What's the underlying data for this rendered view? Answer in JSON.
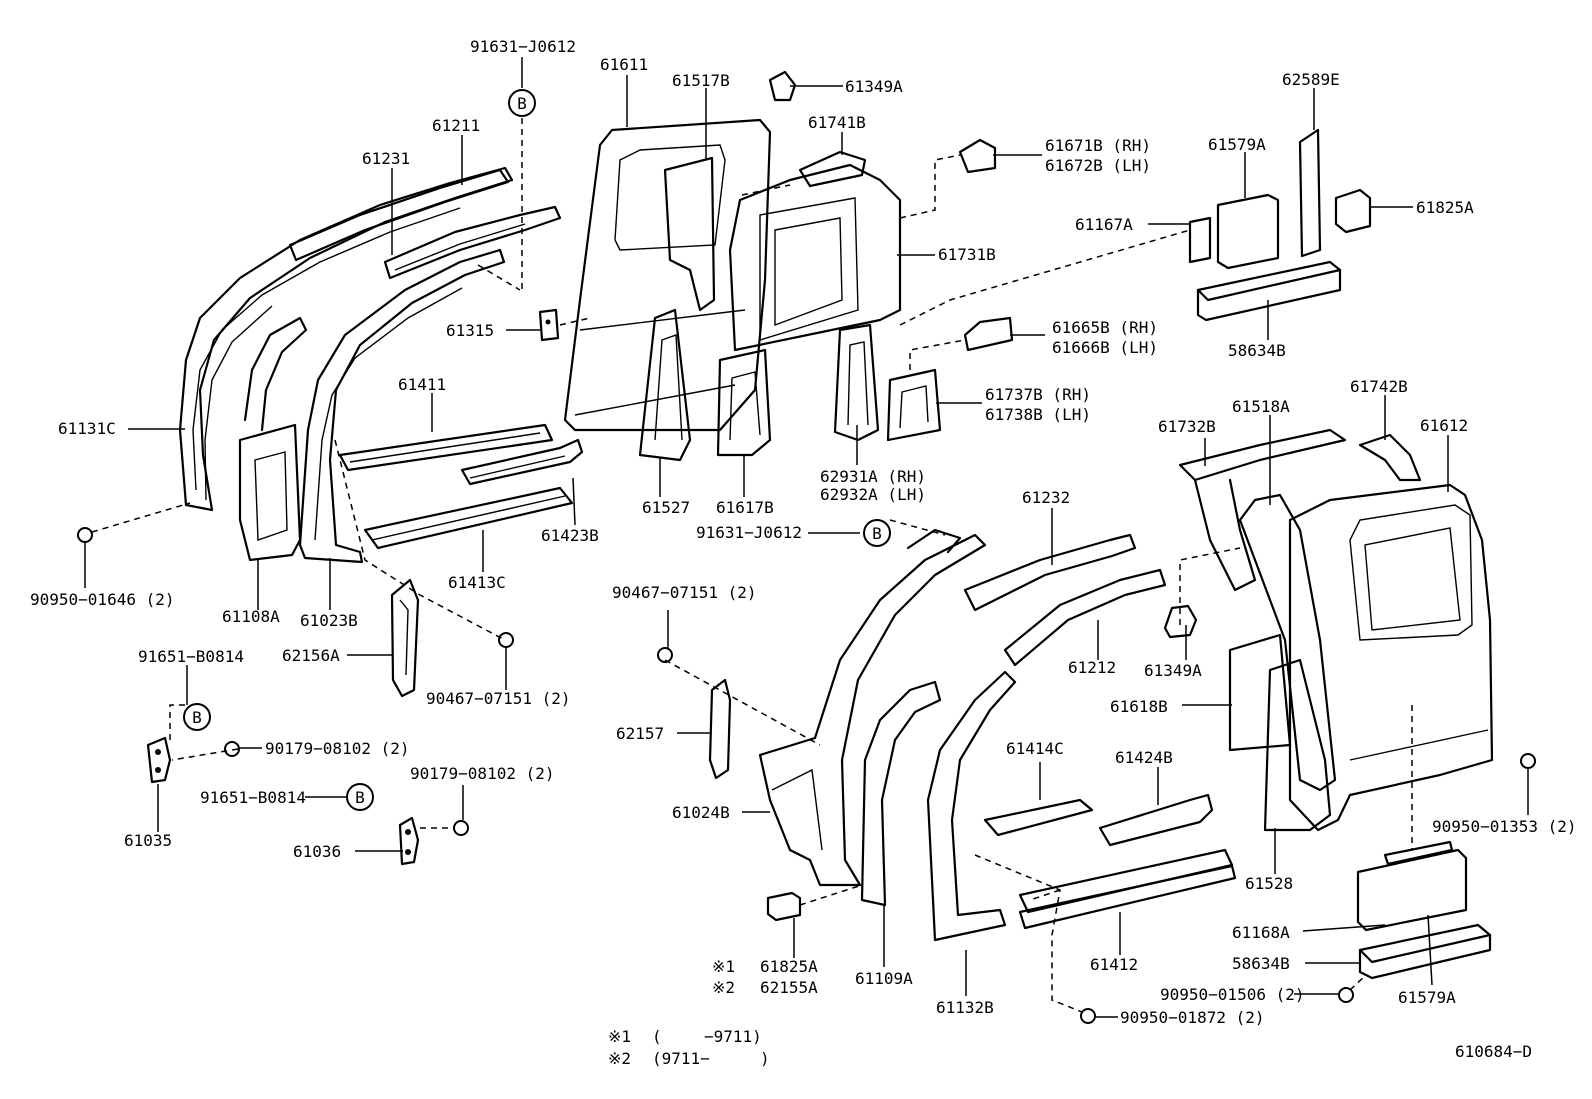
{
  "labels": {
    "l_91631_J0612_top": "91631−J0612",
    "l_61611": "61611",
    "l_61517B": "61517B",
    "l_61349A_top": "61349A",
    "l_61211": "61211",
    "l_61231": "61231",
    "l_61741B": "61741B",
    "l_61671B": "61671B (RH)",
    "l_61672B": "61672B (LH)",
    "l_62589E": "62589E",
    "l_61579A_top": "61579A",
    "l_61825A_top": "61825A",
    "l_61167A": "61167A",
    "l_61731B": "61731B",
    "l_61315": "61315",
    "l_61665B": "61665B (RH)",
    "l_61666B": "61666B (LH)",
    "l_58634B_top": "58634B",
    "l_61411": "61411",
    "l_61737B": "61737B (RH)",
    "l_61738B": "61738B (LH)",
    "l_61131C": "61131C",
    "l_62931A": "62931A (RH)",
    "l_62932A": "62932A (LH)",
    "l_61742B": "61742B",
    "l_61518A": "61518A",
    "l_61612": "61612",
    "l_61732B": "61732B",
    "l_61527": "61527",
    "l_61617B": "61617B",
    "l_61423B": "61423B",
    "l_61232": "61232",
    "l_91631_J0612_mid": "91631−J0612",
    "l_90950_01646": "90950−01646 (2)",
    "l_61413C": "61413C",
    "l_61108A": "61108A",
    "l_61023B": "61023B",
    "l_90467_07151_mid": "90467−07151 (2)",
    "l_91651_B0814_a": "91651−B0814",
    "l_62156A": "62156A",
    "l_61212": "61212",
    "l_61349A_mid": "61349A",
    "l_90467_07151_low": "90467−07151 (2)",
    "l_61618B": "61618B",
    "l_62157": "62157",
    "l_90179_08102_a": "90179−08102 (2)",
    "l_61414C": "61414C",
    "l_61424B": "61424B",
    "l_90179_08102_b": "90179−08102 (2)",
    "l_91651_B0814_b": "91651−B0814",
    "l_61024B": "61024B",
    "l_90950_01353": "90950−01353 (2)",
    "l_61035": "61035",
    "l_61036": "61036",
    "l_61528": "61528",
    "l_61168A": "61168A",
    "l_58634B_low": "58634B",
    "l_61412": "61412",
    "l_61825A_low": "61825A",
    "l_62155A": "62155A",
    "l_61109A": "61109A",
    "l_61132B": "61132B",
    "l_90950_01506": "90950−01506 (2)",
    "l_61579A_low": "61579A",
    "l_90950_01872": "90950−01872 (2)",
    "l_note1_mark": "※1",
    "l_note2_mark": "※2",
    "l_foot1_mark": "※1",
    "l_foot1_open": "(",
    "l_foot1_val": "−9711)",
    "l_foot2_mark": "※2",
    "l_foot2_val": "(9711−",
    "l_foot2_close": ")",
    "l_diagram_id": "610684−D"
  },
  "callout_letter": "B"
}
